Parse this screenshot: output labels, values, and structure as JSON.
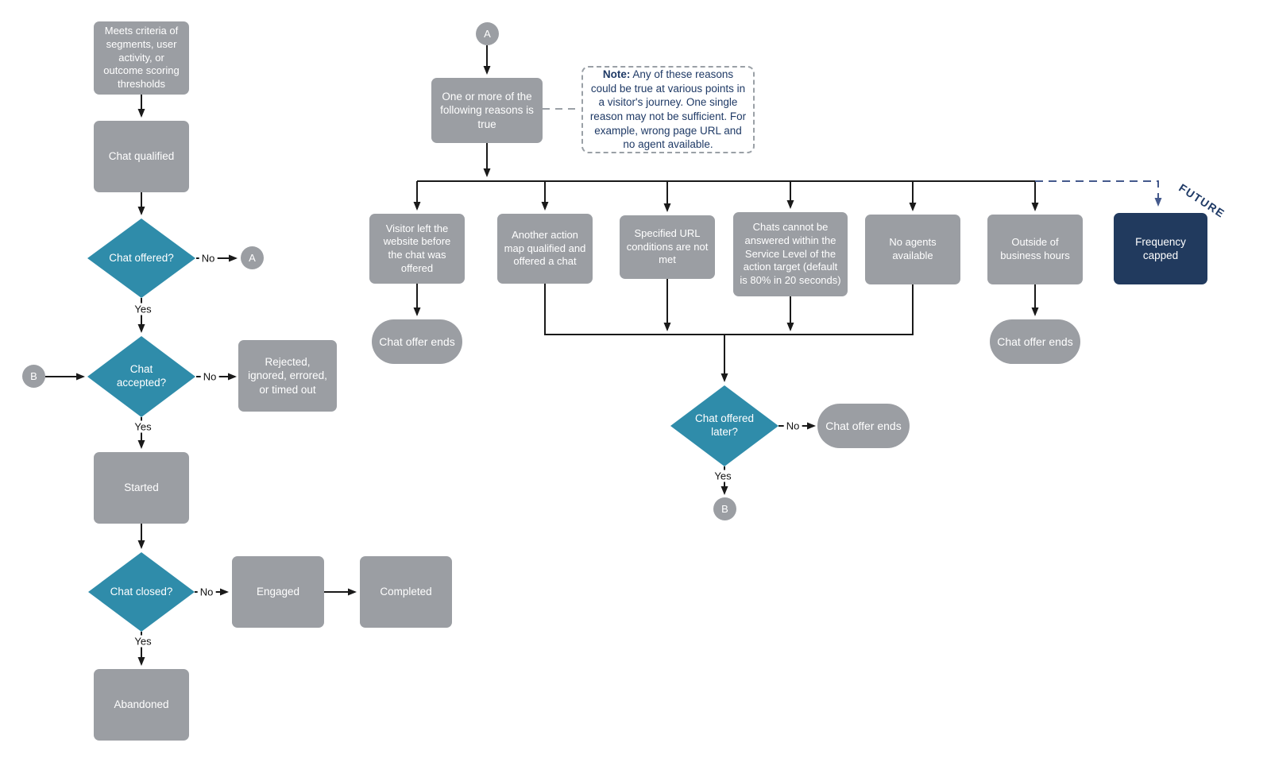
{
  "nodes": {
    "criteria": "Meets criteria of segments, user activity, or outcome scoring thresholds",
    "chat_qualified": "Chat qualified",
    "chat_offered": "Chat offered?",
    "chat_accepted": "Chat accepted?",
    "rejected": "Rejected, ignored, errored, or timed out",
    "started": "Started",
    "chat_closed": "Chat closed?",
    "engaged": "Engaged",
    "completed": "Completed",
    "abandoned": "Abandoned",
    "reasons": "One or more of the following reasons is true",
    "branch_visitor_left": "Visitor left the website before the chat was offered",
    "branch_another_action_map": "Another action map qualified and offered a chat",
    "branch_url_conditions": "Specified URL conditions are not met",
    "branch_service_level": "Chats cannot be answered within the Service Level of the action target (default is 80% in 20 seconds)",
    "branch_no_agents": "No agents available",
    "branch_outside_hours": "Outside of business hours",
    "branch_frequency_capped": "Frequency capped",
    "chat_offer_ends": "Chat offer ends",
    "chat_offered_later": "Chat offered later?"
  },
  "connectors": {
    "a": "A",
    "b": "B"
  },
  "labels": {
    "yes": "Yes",
    "no": "No",
    "future": "FUTURE"
  },
  "note": {
    "bold": "Note:",
    "text": " Any of these reasons could be true at various points in a visitor's journey. One single reason may not be sufficient. For example, wrong page URL and no agent available."
  },
  "colors": {
    "process_gray": "#9b9ea3",
    "decision_teal": "#2f8caa",
    "future_navy": "#213a5e",
    "note_text_navy": "#1f3a66",
    "line_black": "#1a1a1a",
    "dashed_gray": "#9aa0a6",
    "future_line_navy": "#44598c",
    "background": "#ffffff"
  }
}
